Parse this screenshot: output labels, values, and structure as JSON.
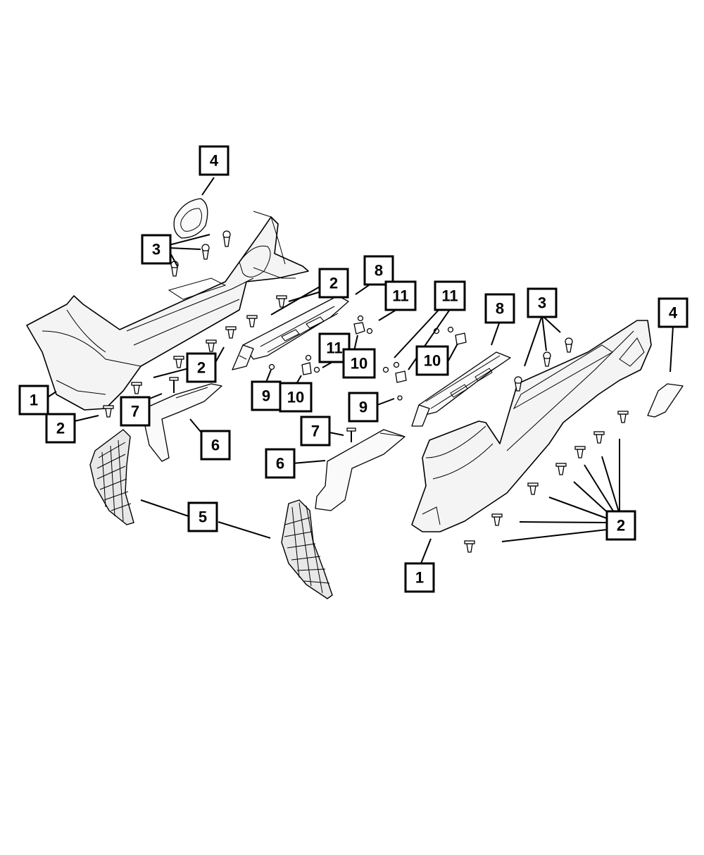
{
  "callouts": [
    {
      "id": "c-4-left",
      "label": "4"
    },
    {
      "id": "c-3-left",
      "label": "3"
    },
    {
      "id": "c-2-upper-left",
      "label": "2"
    },
    {
      "id": "c-8-left",
      "label": "8"
    },
    {
      "id": "c-11-a",
      "label": "11"
    },
    {
      "id": "c-11-b",
      "label": "11"
    },
    {
      "id": "c-8-right",
      "label": "8"
    },
    {
      "id": "c-3-right",
      "label": "3"
    },
    {
      "id": "c-4-right",
      "label": "4"
    },
    {
      "id": "c-11-c",
      "label": "11"
    },
    {
      "id": "c-10-a",
      "label": "10"
    },
    {
      "id": "c-10-b",
      "label": "10"
    },
    {
      "id": "c-2-mid-left",
      "label": "2"
    },
    {
      "id": "c-1-left",
      "label": "1"
    },
    {
      "id": "c-9-left",
      "label": "9"
    },
    {
      "id": "c-10-c",
      "label": "10"
    },
    {
      "id": "c-7-left",
      "label": "7"
    },
    {
      "id": "c-9-right",
      "label": "9"
    },
    {
      "id": "c-2-lower-left",
      "label": "2"
    },
    {
      "id": "c-6-left",
      "label": "6"
    },
    {
      "id": "c-7-right",
      "label": "7"
    },
    {
      "id": "c-6-right",
      "label": "6"
    },
    {
      "id": "c-5",
      "label": "5"
    },
    {
      "id": "c-2-right",
      "label": "2"
    },
    {
      "id": "c-1-right",
      "label": "1"
    }
  ]
}
